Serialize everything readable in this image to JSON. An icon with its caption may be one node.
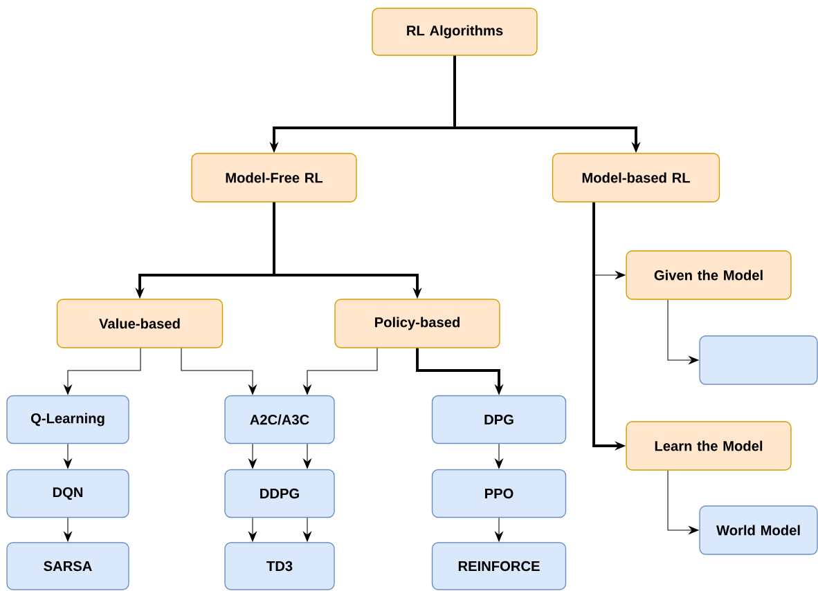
{
  "diagram": {
    "nodes": [
      {
        "text": [
          "RL Algorithms"
        ]
      },
      {
        "text": [
          "Model-Free RL"
        ]
      },
      {
        "text": [
          "Model-based RL"
        ]
      },
      {
        "text": [
          "Value-based"
        ]
      },
      {
        "text": [
          "Policy-based"
        ]
      },
      {
        "text": [
          "Given the Model"
        ]
      },
      {
        "text": [],
        "shape": "box"
      },
      {
        "text": [
          "Q-Learning"
        ]
      },
      {
        "text": [
          "A2C/A3C"
        ]
      },
      {
        "text": [
          "DPG"
        ]
      },
      {
        "text": [
          "Learn the Model"
        ]
      },
      {
        "text": [
          "World Model"
        ]
      },
      {
        "text": [
          "DQN"
        ]
      },
      {
        "text": [
          "DDPG"
        ]
      },
      {
        "text": [
          "PPO"
        ]
      },
      {
        "text": [
          "SARSA"
        ]
      },
      {
        "text": [
          "TD3"
        ]
      },
      {
        "text": [
          "REINFORCE"
        ]
      }
    ],
    "edges": [
      {
        "from": 0,
        "to": 1,
        "arrow": "to",
        "style": "thick"
      },
      {
        "from": 0,
        "to": 2,
        "arrow": "to",
        "style": "thick"
      },
      {
        "from": 1,
        "to": 3,
        "arrow": "to",
        "style": "thick"
      },
      {
        "from": 1,
        "to": 4,
        "arrow": "to",
        "style": "thick"
      },
      {
        "from": 2,
        "to": 5,
        "arrow": "to"
      },
      {
        "from": 2,
        "to": 10,
        "arrow": "to",
        "style": "thick"
      },
      {
        "from": 5,
        "to": 6,
        "arrow": "to"
      },
      {
        "from": 10,
        "to": 11,
        "arrow": "to"
      },
      {
        "from": 3,
        "to": 7,
        "arrow": "to"
      },
      {
        "from": 3,
        "to": 8,
        "arrow": "to"
      },
      {
        "from": 4,
        "to": 8,
        "arrow": "to"
      },
      {
        "from": 4,
        "to": 9,
        "arrow": "to",
        "style": "thick"
      },
      {
        "from": 7,
        "to": 12,
        "arrow": "to"
      },
      {
        "from": 12,
        "to": 15,
        "arrow": "to"
      },
      {
        "from": 8,
        "to": 13,
        "arrow": "to"
      },
      {
        "from": 8,
        "to": 13,
        "arrow": "to"
      },
      {
        "from": 13,
        "to": 16,
        "arrow": "to"
      },
      {
        "from": 13,
        "to": 16,
        "arrow": "to"
      },
      {
        "from": 9,
        "to": 14,
        "arrow": "to"
      },
      {
        "from": 14,
        "to": 17,
        "arrow": "to"
      }
    ]
  }
}
